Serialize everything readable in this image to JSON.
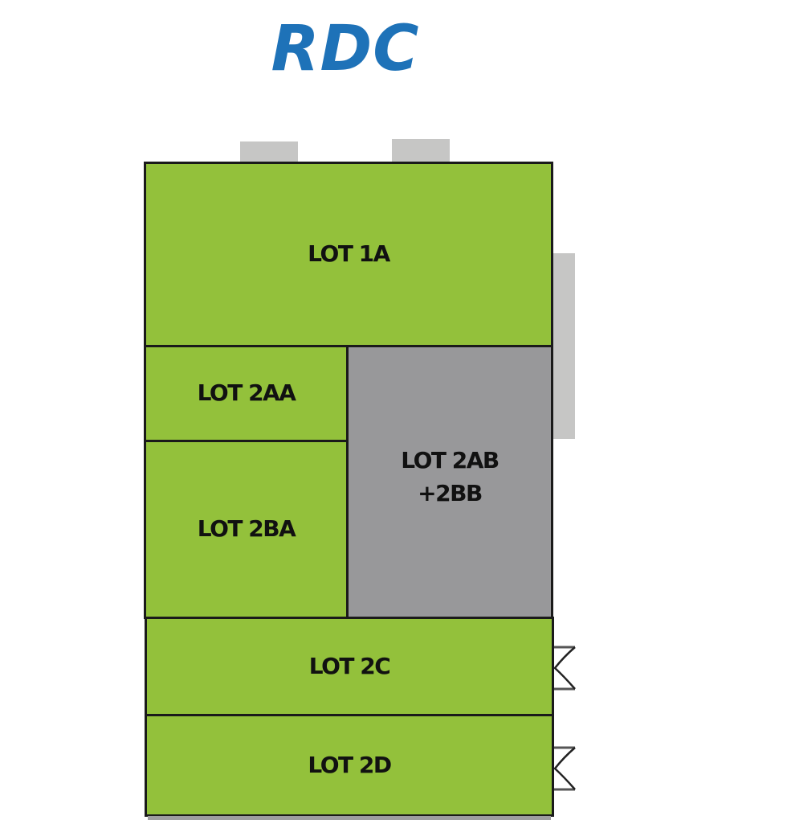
{
  "title": "RDC",
  "colors": {
    "title": "#1e72b8",
    "lot_available": "#93c13b",
    "lot_taken": "#98989a",
    "annex": "#c6c6c5",
    "border": "#1a1a1a"
  },
  "lots": [
    {
      "id": "1A",
      "label": "LOT 1A",
      "status": "available"
    },
    {
      "id": "2AA",
      "label": "LOT 2AA",
      "status": "available"
    },
    {
      "id": "2AB+2BB",
      "label": "LOT 2AB\n+2BB",
      "status": "taken"
    },
    {
      "id": "2BA",
      "label": "LOT 2BA",
      "status": "available"
    },
    {
      "id": "2C",
      "label": "LOT 2C",
      "status": "available"
    },
    {
      "id": "2D",
      "label": "LOT 2D",
      "status": "available"
    }
  ],
  "doors": [
    {
      "lot": "2C",
      "type": "door-swing-icon"
    },
    {
      "lot": "2D",
      "type": "door-swing-icon"
    }
  ]
}
